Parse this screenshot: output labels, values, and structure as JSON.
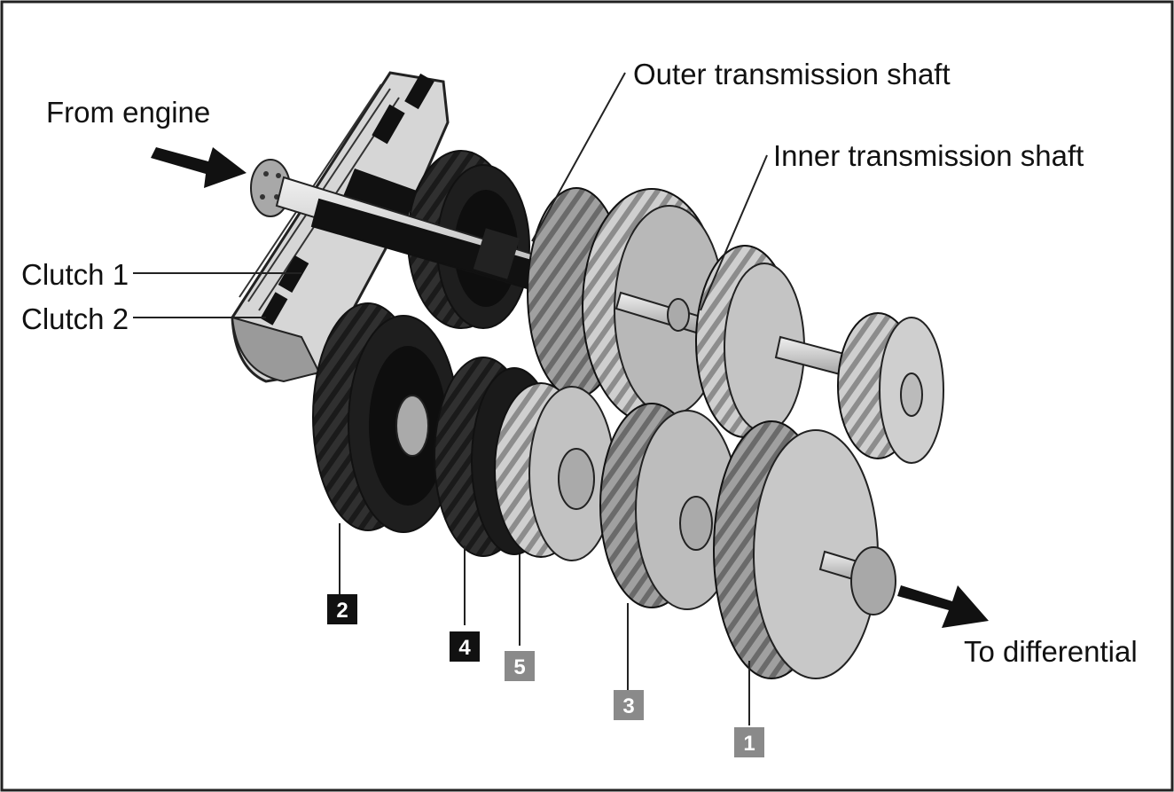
{
  "labels": {
    "from_engine": "From engine",
    "outer_shaft": "Outer transmission shaft",
    "inner_shaft": "Inner transmission shaft",
    "clutch_1": "Clutch 1",
    "clutch_2": "Clutch 2",
    "to_differential": "To differential"
  },
  "gear_badges": {
    "gear_1": "1",
    "gear_2": "2",
    "gear_3": "3",
    "gear_4": "4",
    "gear_5": "5"
  },
  "colors": {
    "dark_badge": "#111111",
    "light_badge": "#8a8a8a",
    "dark_gear": "#2b2b2b",
    "light_gear": "#b8b8b8"
  }
}
